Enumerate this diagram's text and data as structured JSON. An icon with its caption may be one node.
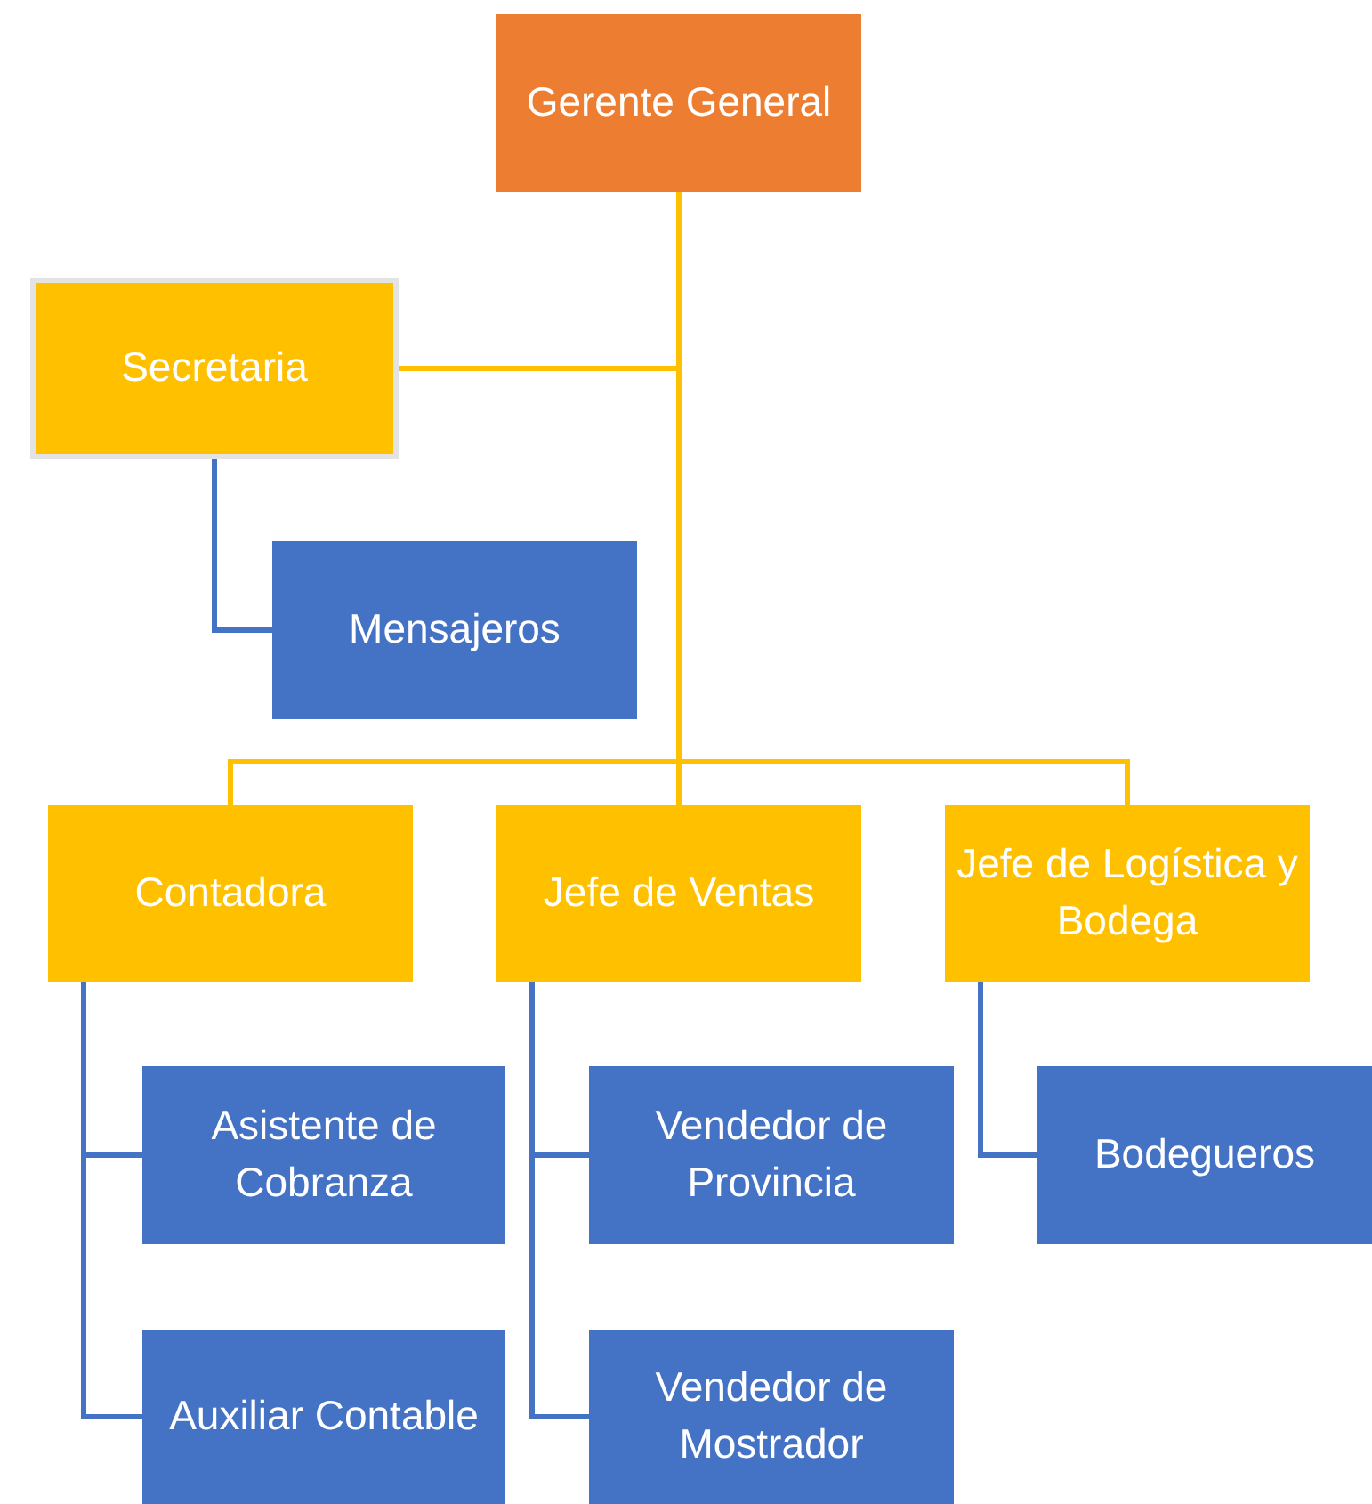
{
  "diagram": {
    "nodes": [
      {
        "text": [
          "Gerente General"
        ]
      },
      {
        "text": [
          "Secretaria"
        ]
      },
      {
        "text": [
          "Mensajeros"
        ]
      },
      {
        "text": [
          "Contadora"
        ]
      },
      {
        "text": [
          "Jefe de Ventas"
        ]
      },
      {
        "text": [
          "Jefe de Logística y Bodega"
        ]
      },
      {
        "text": [
          "Asistente de Cobranza"
        ]
      },
      {
        "text": [
          "Auxiliar Contable"
        ]
      },
      {
        "text": [
          "Vendedor de Provincia"
        ]
      },
      {
        "text": [
          "Vendedor de Mostrador"
        ]
      },
      {
        "text": [
          "Bodegueros"
        ]
      }
    ],
    "edges": [
      {
        "from": 0,
        "to": 1,
        "arrow": "none",
        "color": "#ffc000"
      },
      {
        "from": 0,
        "to": 3,
        "arrow": "none",
        "color": "#ffc000"
      },
      {
        "from": 0,
        "to": 4,
        "arrow": "none",
        "color": "#ffc000"
      },
      {
        "from": 0,
        "to": 5,
        "arrow": "none",
        "color": "#ffc000"
      },
      {
        "from": 1,
        "to": 2,
        "arrow": "none"
      },
      {
        "from": 3,
        "to": 6,
        "arrow": "none"
      },
      {
        "from": 3,
        "to": 7,
        "arrow": "none"
      },
      {
        "from": 4,
        "to": 8,
        "arrow": "none"
      },
      {
        "from": 4,
        "to": 9,
        "arrow": "none"
      },
      {
        "from": 5,
        "to": 10,
        "arrow": "none"
      }
    ]
  }
}
